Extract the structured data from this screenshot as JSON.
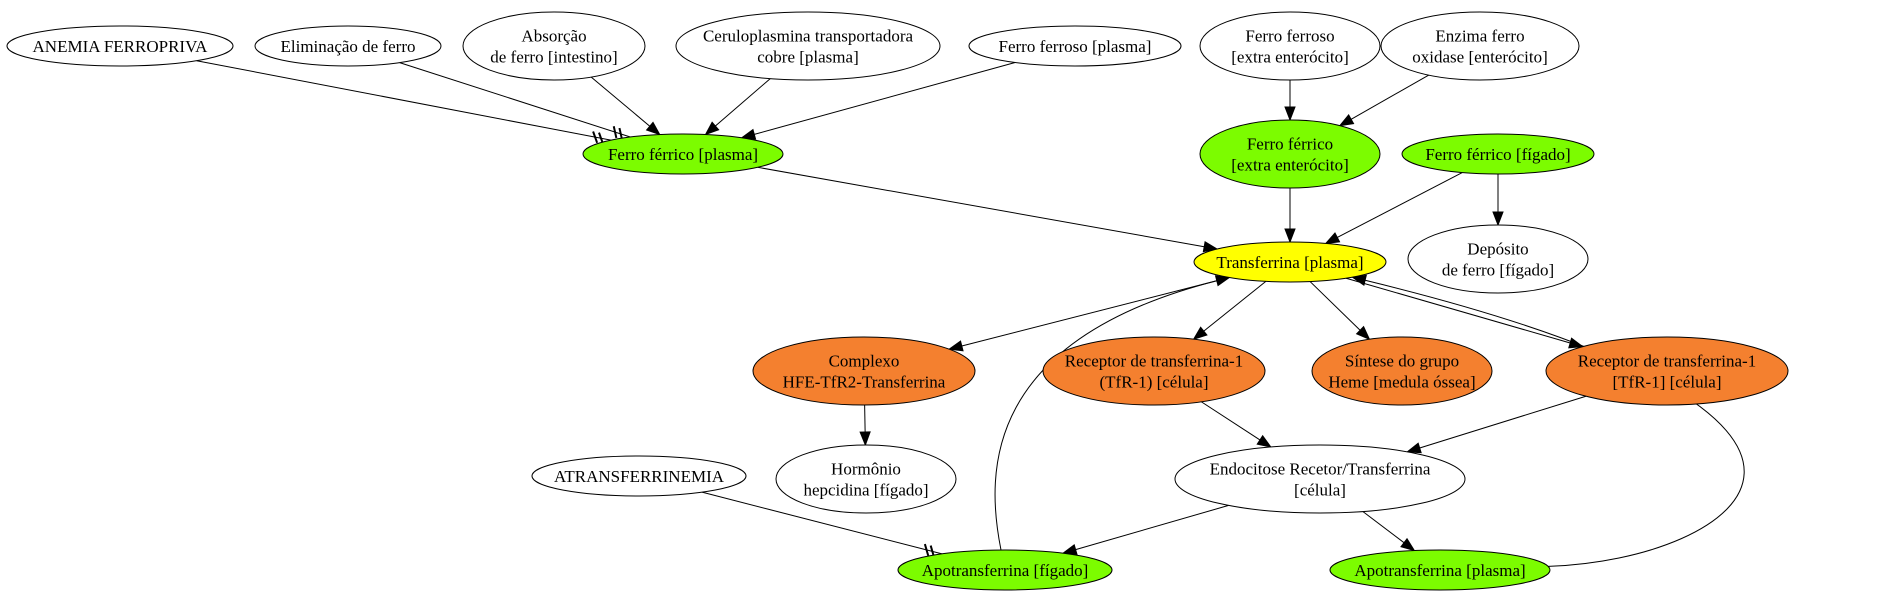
{
  "diagram": {
    "colors": {
      "white": "#ffffff",
      "green": "#7cfc00",
      "yellow": "#ffff00",
      "orange": "#f4802f"
    },
    "nodes": {
      "anemia": {
        "lines": [
          "ANEMIA FERROPRIVA"
        ],
        "fill": "white"
      },
      "eliminacao": {
        "lines": [
          "Eliminação de ferro"
        ],
        "fill": "white"
      },
      "absorcao": {
        "lines": [
          "Absorção",
          "de ferro [intestino]"
        ],
        "fill": "white"
      },
      "ceruloplasmina": {
        "lines": [
          "Ceruloplasmina transportadora",
          "cobre [plasma]"
        ],
        "fill": "white"
      },
      "ferroso_plasma": {
        "lines": [
          "Ferro ferroso [plasma]"
        ],
        "fill": "white"
      },
      "ferroso_extra": {
        "lines": [
          "Ferro ferroso",
          "[extra enterócito]"
        ],
        "fill": "white"
      },
      "enzima": {
        "lines": [
          "Enzima ferro",
          "oxidase [enterócito]"
        ],
        "fill": "white"
      },
      "ferrico_plasma": {
        "lines": [
          "Ferro férrico [plasma]"
        ],
        "fill": "green"
      },
      "ferrico_extra": {
        "lines": [
          "Ferro férrico",
          "[extra enterócito]"
        ],
        "fill": "green"
      },
      "ferrico_figado": {
        "lines": [
          "Ferro férrico [fígado]"
        ],
        "fill": "green"
      },
      "deposito": {
        "lines": [
          "Depósito",
          "de ferro [fígado]"
        ],
        "fill": "white"
      },
      "transferrina": {
        "lines": [
          "Transferrina [plasma]"
        ],
        "fill": "yellow"
      },
      "complexo": {
        "lines": [
          "Complexo",
          "HFE-TfR2-Transferrina"
        ],
        "fill": "orange"
      },
      "receptor1": {
        "lines": [
          "Receptor de transferrina-1",
          "(TfR-1) [célula]"
        ],
        "fill": "orange"
      },
      "sintese": {
        "lines": [
          "Síntese do grupo",
          "Heme [medula óssea]"
        ],
        "fill": "orange"
      },
      "receptor2": {
        "lines": [
          "Receptor de transferrina-1",
          "[TfR-1] [célula]"
        ],
        "fill": "orange"
      },
      "hormonio": {
        "lines": [
          "Hormônio",
          "hepcidina [fígado]"
        ],
        "fill": "white"
      },
      "atransferrinemia": {
        "lines": [
          "ATRANSFERRINEMIA"
        ],
        "fill": "white"
      },
      "endocitose": {
        "lines": [
          "Endocitose Recetor/Transferrina",
          "[célula]"
        ],
        "fill": "white"
      },
      "apo_figado": {
        "lines": [
          "Apotransferrina [fígado]"
        ],
        "fill": "green"
      },
      "apo_plasma": {
        "lines": [
          "Apotransferrina [plasma]"
        ],
        "fill": "green"
      }
    },
    "edges": [
      {
        "from": "anemia",
        "to": "ferrico_plasma",
        "type": "inhibit"
      },
      {
        "from": "eliminacao",
        "to": "ferrico_plasma",
        "type": "inhibit"
      },
      {
        "from": "absorcao",
        "to": "ferrico_plasma",
        "type": "arrow"
      },
      {
        "from": "ceruloplasmina",
        "to": "ferrico_plasma",
        "type": "arrow"
      },
      {
        "from": "ferroso_plasma",
        "to": "ferrico_plasma",
        "type": "arrow"
      },
      {
        "from": "ferroso_extra",
        "to": "ferrico_extra",
        "type": "arrow"
      },
      {
        "from": "enzima",
        "to": "ferrico_extra",
        "type": "arrow"
      },
      {
        "from": "ferrico_plasma",
        "to": "transferrina",
        "type": "arrow"
      },
      {
        "from": "ferrico_extra",
        "to": "transferrina",
        "type": "arrow"
      },
      {
        "from": "ferrico_figado",
        "to": "transferrina",
        "type": "arrow"
      },
      {
        "from": "ferrico_figado",
        "to": "deposito",
        "type": "arrow"
      },
      {
        "from": "transferrina",
        "to": "complexo",
        "type": "arrow"
      },
      {
        "from": "transferrina",
        "to": "receptor1",
        "type": "arrow"
      },
      {
        "from": "transferrina",
        "to": "sintese",
        "type": "arrow"
      },
      {
        "from": "transferrina",
        "to": "receptor2",
        "type": "arrow"
      },
      {
        "from": "complexo",
        "to": "hormonio",
        "type": "arrow"
      },
      {
        "from": "receptor1",
        "to": "endocitose",
        "type": "arrow"
      },
      {
        "from": "receptor2",
        "to": "endocitose",
        "type": "arrow"
      },
      {
        "from": "endocitose",
        "to": "apo_figado",
        "type": "arrow"
      },
      {
        "from": "endocitose",
        "to": "apo_plasma",
        "type": "arrow"
      },
      {
        "from": "atransferrinemia",
        "to": "apo_figado",
        "type": "inhibit"
      },
      {
        "from": "apo_figado",
        "to": "transferrina",
        "type": "arrow"
      },
      {
        "from": "apo_plasma",
        "to": "transferrina",
        "type": "arrow"
      }
    ]
  }
}
